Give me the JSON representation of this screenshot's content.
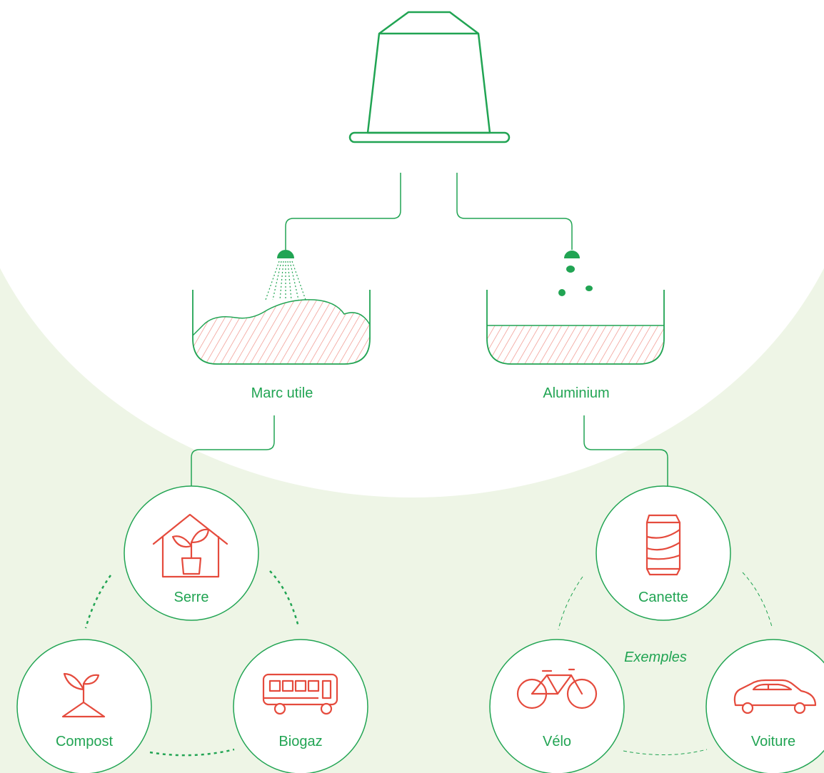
{
  "colors": {
    "green": "#21a453",
    "red": "#e54b3d",
    "hatch": "#ef8a80",
    "background": "#eef5e6",
    "white": "#ffffff"
  },
  "labels": {
    "coffee_grounds": "Marc utile",
    "aluminium": "Aluminium",
    "examples": "Exemples"
  },
  "coffee_uses": [
    {
      "label": "Serre",
      "icon": "greenhouse-icon"
    },
    {
      "label": "Compost",
      "icon": "sprout-icon"
    },
    {
      "label": "Biogaz",
      "icon": "bus-icon"
    }
  ],
  "aluminium_uses": [
    {
      "label": "Canette",
      "icon": "can-icon"
    },
    {
      "label": "Vélo",
      "icon": "bicycle-icon"
    },
    {
      "label": "Voiture",
      "icon": "car-icon"
    }
  ]
}
